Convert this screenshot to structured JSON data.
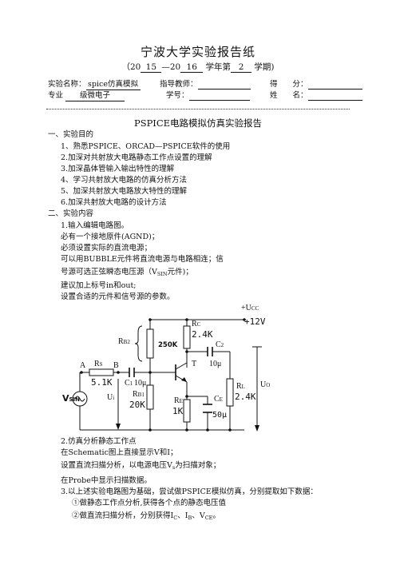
{
  "header": {
    "title": "宁波大学实验报告纸",
    "term_open": "（20",
    "year_start": "15",
    "dash": "—20",
    "year_end": "16",
    "term_mid": "学年第",
    "semester": "2",
    "term_close": "学期)"
  },
  "info": {
    "exp_name_label": "实验名称：",
    "exp_name": "spice仿真模拟",
    "teacher_label": "指导教师：",
    "teacher": "",
    "score_label": "得　　分：",
    "score": "",
    "major_label": "专业",
    "major": "级微电子",
    "student_id_label": "学号：",
    "student_id": "",
    "name_label": "姓　　名：",
    "name": ""
  },
  "report_title": "PSPICE电路模拟仿真实验报告",
  "sections": {
    "purpose_heading": "一、实验目的",
    "purpose_items": [
      "1、熟悉PSPICE、ORCAD—PSPICE软件的使用",
      "2.加深对共射放大电路静态工作点设置的理解",
      "3.加深晶体管输入输出特性的理解",
      "4、学习共射放大电路的仿真分析方法",
      "5、加深共射放大电路放大特性的理解",
      "6.加深共射放大电路的设计方法"
    ],
    "content_heading": "二、实验内容",
    "content_lines": [
      "1.输入编辑电路图。",
      "必有一个接地原件(AGND)；",
      "必须设置实际的直流电源；",
      "可以用BUBBLE元件将直流电源与电路相连；信",
      "号源可选正弦瞬态电压源（V",
      "建议加上标号in和out;",
      "设置合适的元件和信号源的参数。"
    ],
    "vsin_sub": "SIN",
    "vsin_tail": "元件)；",
    "after_lines": [
      "2.仿真分析静态工作点",
      "在Schematic图上直接显示V和I；",
      "设置直流扫描分析，以电源电压V",
      "在Probe中显示扫描数据。",
      "3.以上述实验电路图为基础，尝试做PSPICE模拟仿真，分别提取如下数据：",
      "①做静态工作点分析,获得各个点的静态电压值",
      "②做直流扫描分析，分别获得I"
    ],
    "sweep_sub": "s",
    "sweep_tail": "为扫描对象；",
    "i_c_sub": "C",
    "i_b": "I",
    "i_b_sub": "B",
    "v_ce": "V",
    "v_ce_sub": "CE",
    "sep1": "、",
    "sep2": "、",
    "end_dot": "。"
  },
  "circuit": {
    "vcc_label": "+U",
    "vcc_sub": "CC",
    "vcc_value": "+12V",
    "rb2_label": "R",
    "rb2_sub": "B2",
    "pot_value": "250K",
    "rc_label": "R",
    "rc_sub": "C",
    "rc_value": "2.4K",
    "c2_label": "C",
    "c2_sub": "2",
    "c2_value": "10μ",
    "node_a": "A",
    "node_b": "B",
    "rs_label": "R",
    "rs_sub": "S",
    "rs_value": "5.1K",
    "c1_label": "C",
    "c1_sub": "1",
    "c1_value": "10μ",
    "transistor_label": "T",
    "rb1_label": "R",
    "rb1_sub": "B1",
    "rb1_value": "20K",
    "re_label": "R",
    "re_sub": "E",
    "re_value": "1K",
    "ce_label": "C",
    "ce_sub": "E",
    "ce_value": "50μ",
    "rl_label": "R",
    "rl_sub": "L",
    "rl_value": "2.4K",
    "vsin_label": "V",
    "vsin_sub": "SIN",
    "ui_label": "U",
    "ui_sub": "i",
    "uo_label": "U",
    "uo_sub": "O"
  }
}
